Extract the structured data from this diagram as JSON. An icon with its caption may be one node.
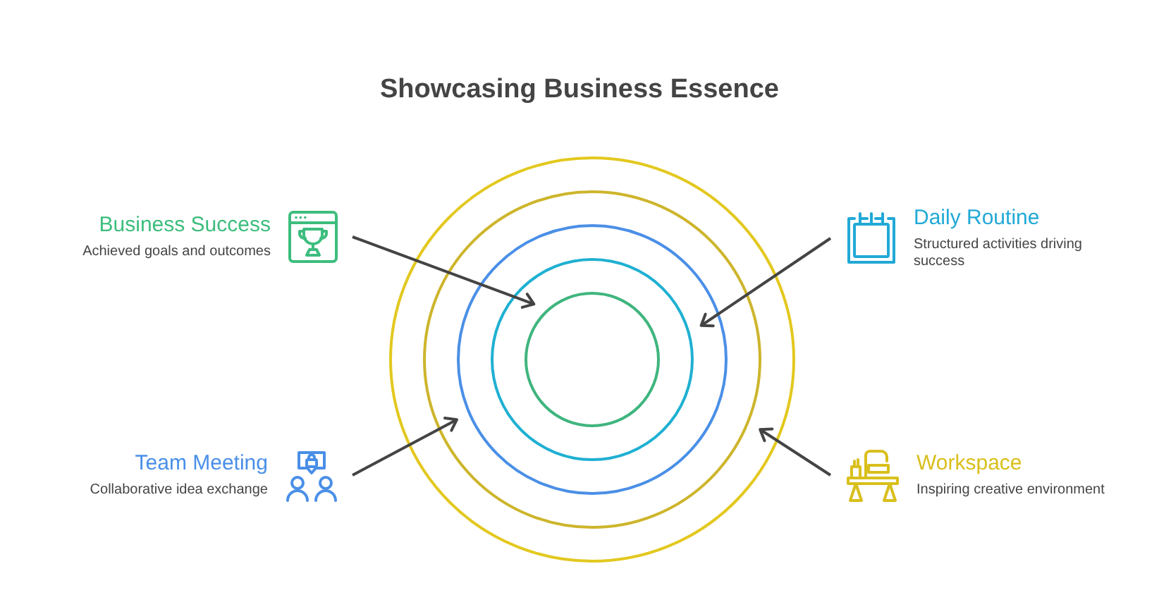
{
  "diagram": {
    "title": "Showcasing Business Essence",
    "nodes": [
      {
        "text": [
          "Business Success",
          "Achieved goals and outcomes"
        ]
      },
      {
        "text": [
          "Daily Routine",
          "Structured activities driving success"
        ]
      },
      {
        "text": [
          "Team Meeting",
          "Collaborative idea exchange"
        ]
      },
      {
        "text": [
          "Workspace",
          "Inspiring creative environment"
        ]
      },
      {
        "text": [],
        "shape": "circle"
      },
      {
        "text": [],
        "shape": "circle",
        "in": 4
      },
      {
        "text": [],
        "shape": "circle",
        "in": 5
      },
      {
        "text": [],
        "shape": "circle",
        "in": 6
      },
      {
        "text": [],
        "shape": "circle",
        "in": 7
      }
    ],
    "edges": [
      {
        "from": 0,
        "to": 8,
        "arrow": "to"
      },
      {
        "from": 1,
        "to": 7,
        "arrow": "to"
      },
      {
        "from": 2,
        "to": 6,
        "arrow": "to"
      },
      {
        "from": 3,
        "to": 5,
        "arrow": "to"
      }
    ]
  }
}
